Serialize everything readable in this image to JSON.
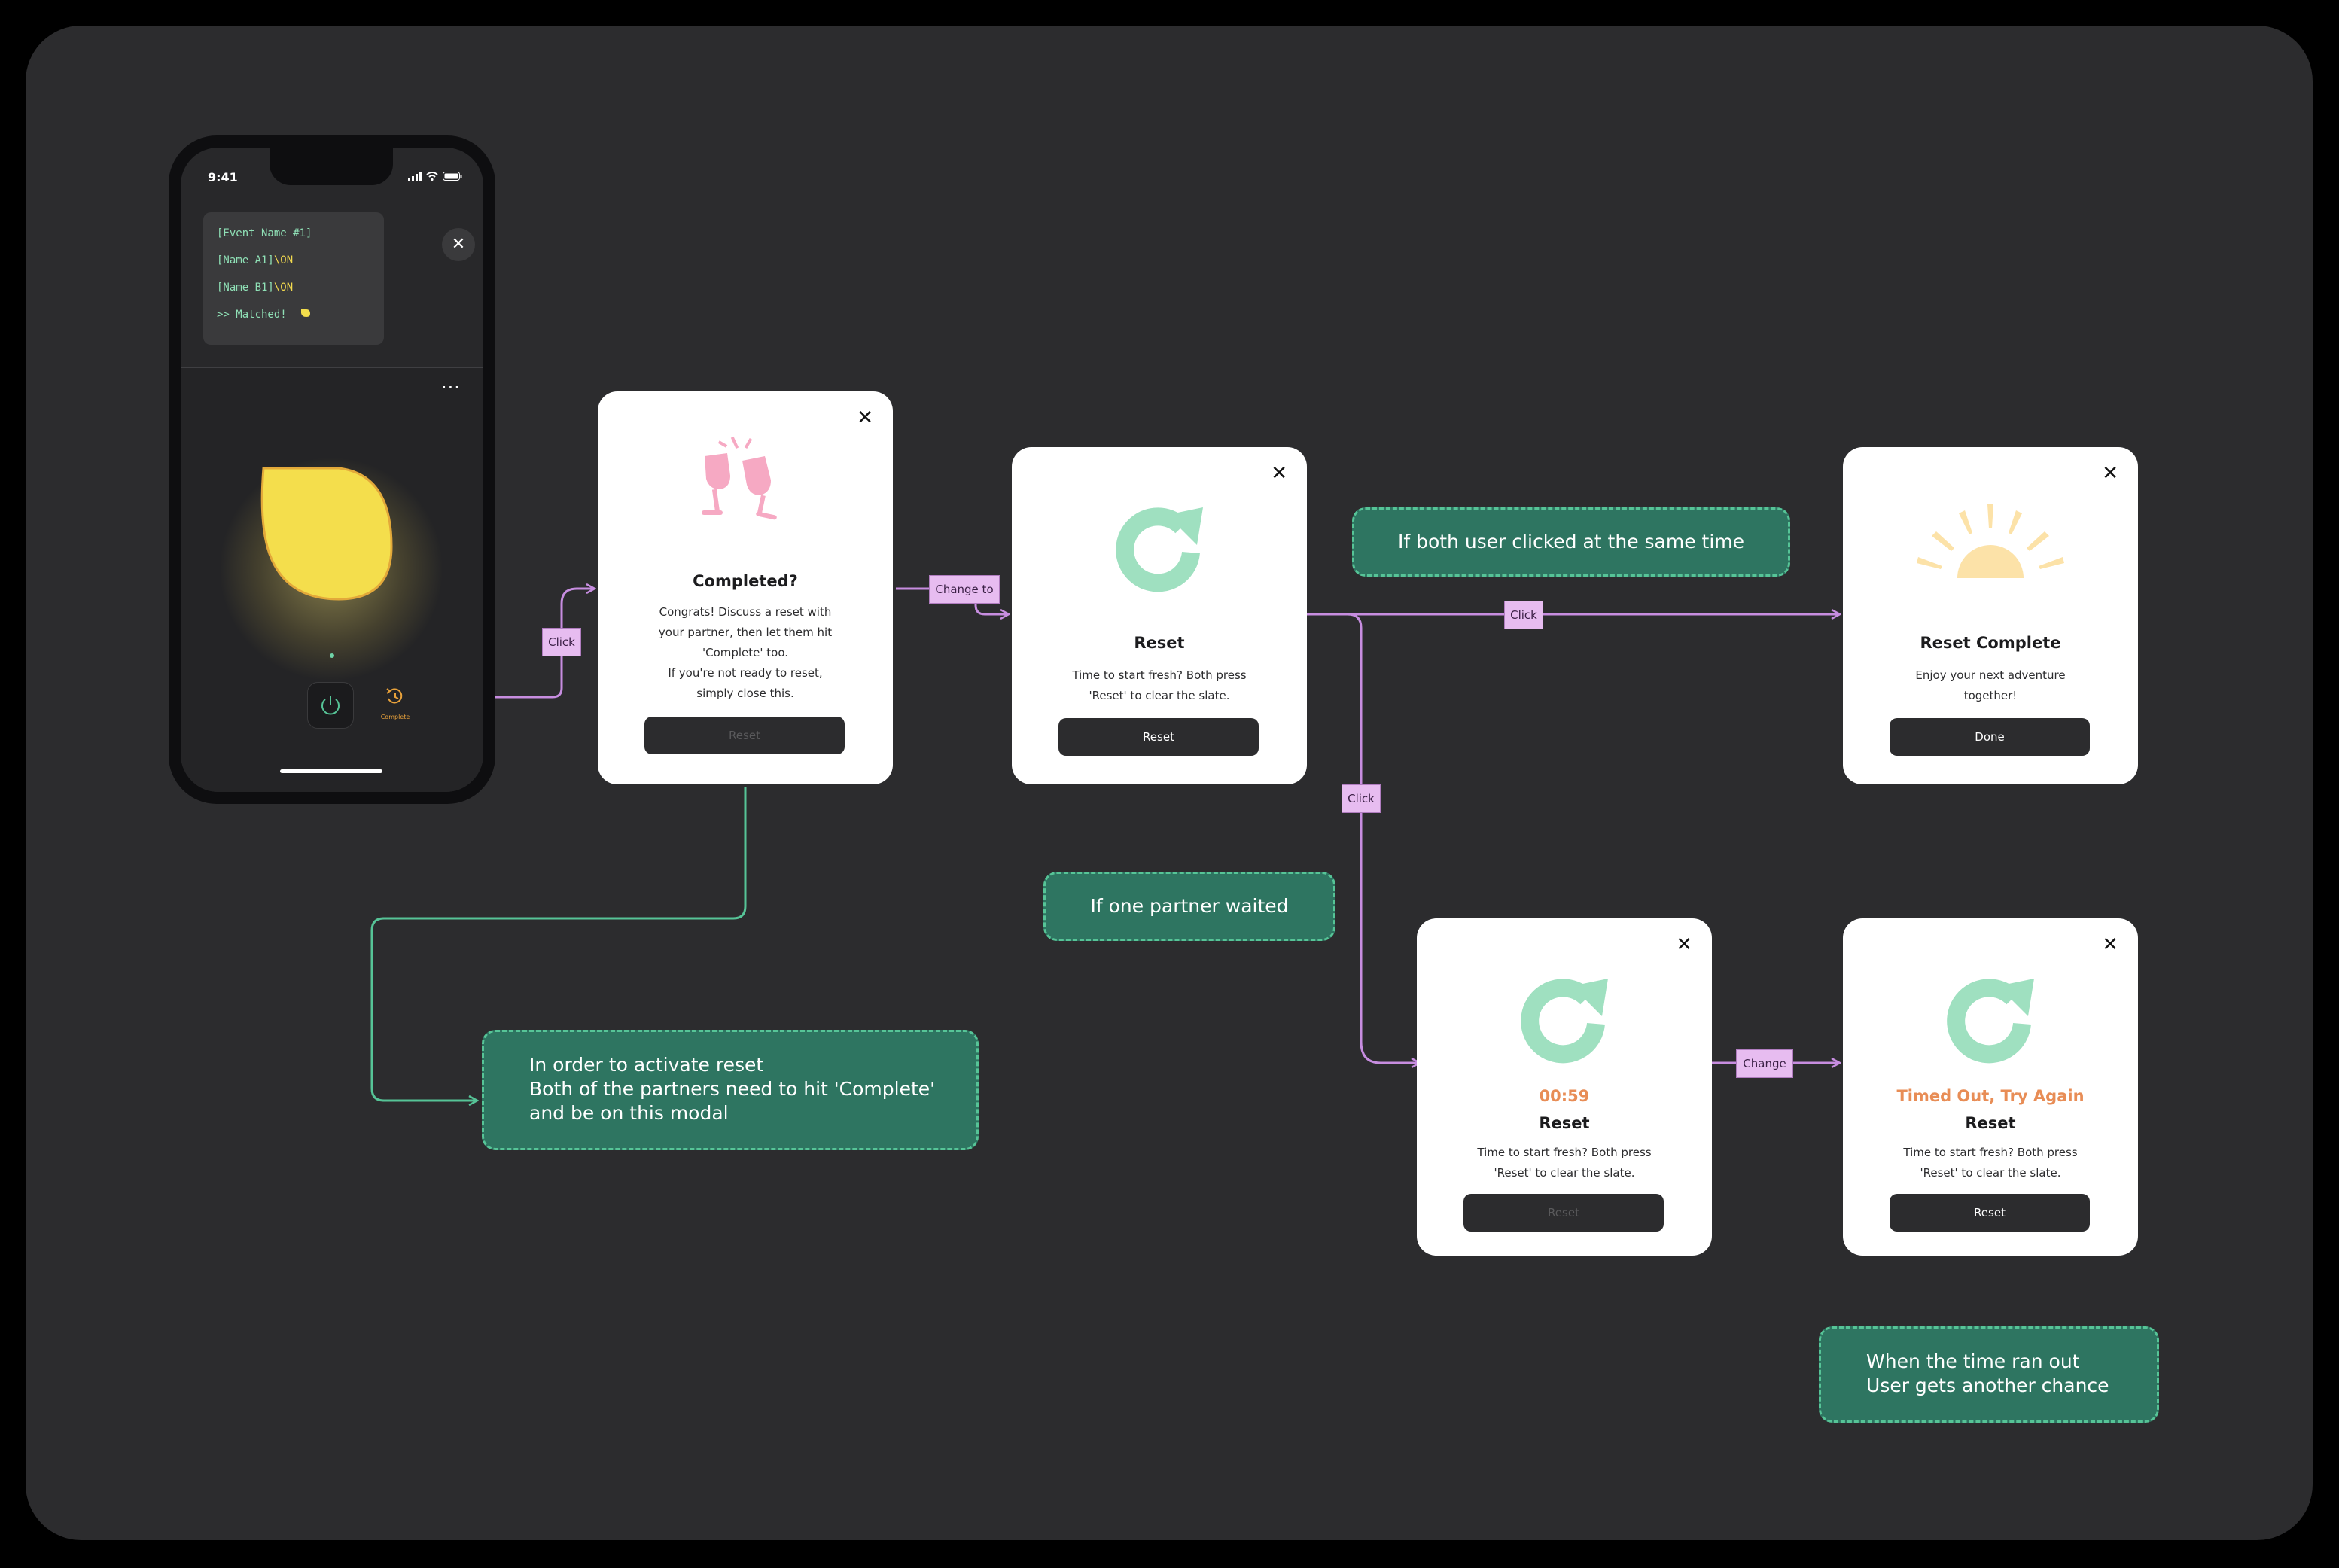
{
  "phone": {
    "status_time": "9:41",
    "terminal": {
      "line1": "[Event Name #1]",
      "line2_name": "[Name A1]",
      "line2_state": "\\ON",
      "line3_name": "[Name B1]",
      "line3_state": "\\ON",
      "line4": ">> Matched!"
    },
    "close_glyph": "✕",
    "more_glyph": "...",
    "complete_label": "Complete"
  },
  "modals": {
    "completed": {
      "title": "Completed?",
      "body": [
        "Congrats! Discuss a reset with",
        "your partner, then let them hit",
        "'Complete' too.",
        "If you're not ready to reset,",
        "simply close this."
      ],
      "button": "Reset",
      "icon": "toast-glasses-icon"
    },
    "reset": {
      "title": "Reset",
      "body": [
        "Time to start fresh? Both press",
        "'Reset' to clear the slate."
      ],
      "button": "Reset",
      "icon": "refresh-icon"
    },
    "reset_complete": {
      "title": "Reset Complete",
      "body": [
        "Enjoy your next adventure",
        "together!"
      ],
      "button": "Done",
      "icon": "sunrise-icon"
    },
    "reset_waiting": {
      "timer": "00:59",
      "title": "Reset",
      "body": [
        "Time to start fresh? Both press",
        "'Reset' to clear the slate."
      ],
      "button": "Reset",
      "icon": "refresh-icon"
    },
    "timed_out": {
      "timer": "Timed Out, Try Again",
      "title": "Reset",
      "body": [
        "Time to start fresh? Both press",
        "'Reset' to clear the slate."
      ],
      "button": "Reset",
      "icon": "refresh-icon"
    },
    "close_glyph": "✕"
  },
  "tags": {
    "click1": "Click",
    "change_to": "Change to",
    "click2": "Click",
    "click3": "Click",
    "change": "Change"
  },
  "notes": {
    "both_same_time": "If both user clicked at the same time",
    "one_waited": "If one partner waited",
    "activate_reset": [
      "In order to activate reset",
      "Both of the partners need to hit 'Complete'",
      "and be on this modal"
    ],
    "time_ran_out": [
      "When the time ran out",
      "User gets another chance"
    ]
  },
  "colors": {
    "canvas": "#2c2c2e",
    "accent_green": "#56c497",
    "note_fill": "#2e7561",
    "connector_purple": "#c78de0",
    "tag_fill": "#e7bcf0",
    "timer_orange": "#e88d56",
    "lemon_yellow": "#f4de4c",
    "refresh_mint": "#9fe0c0"
  }
}
